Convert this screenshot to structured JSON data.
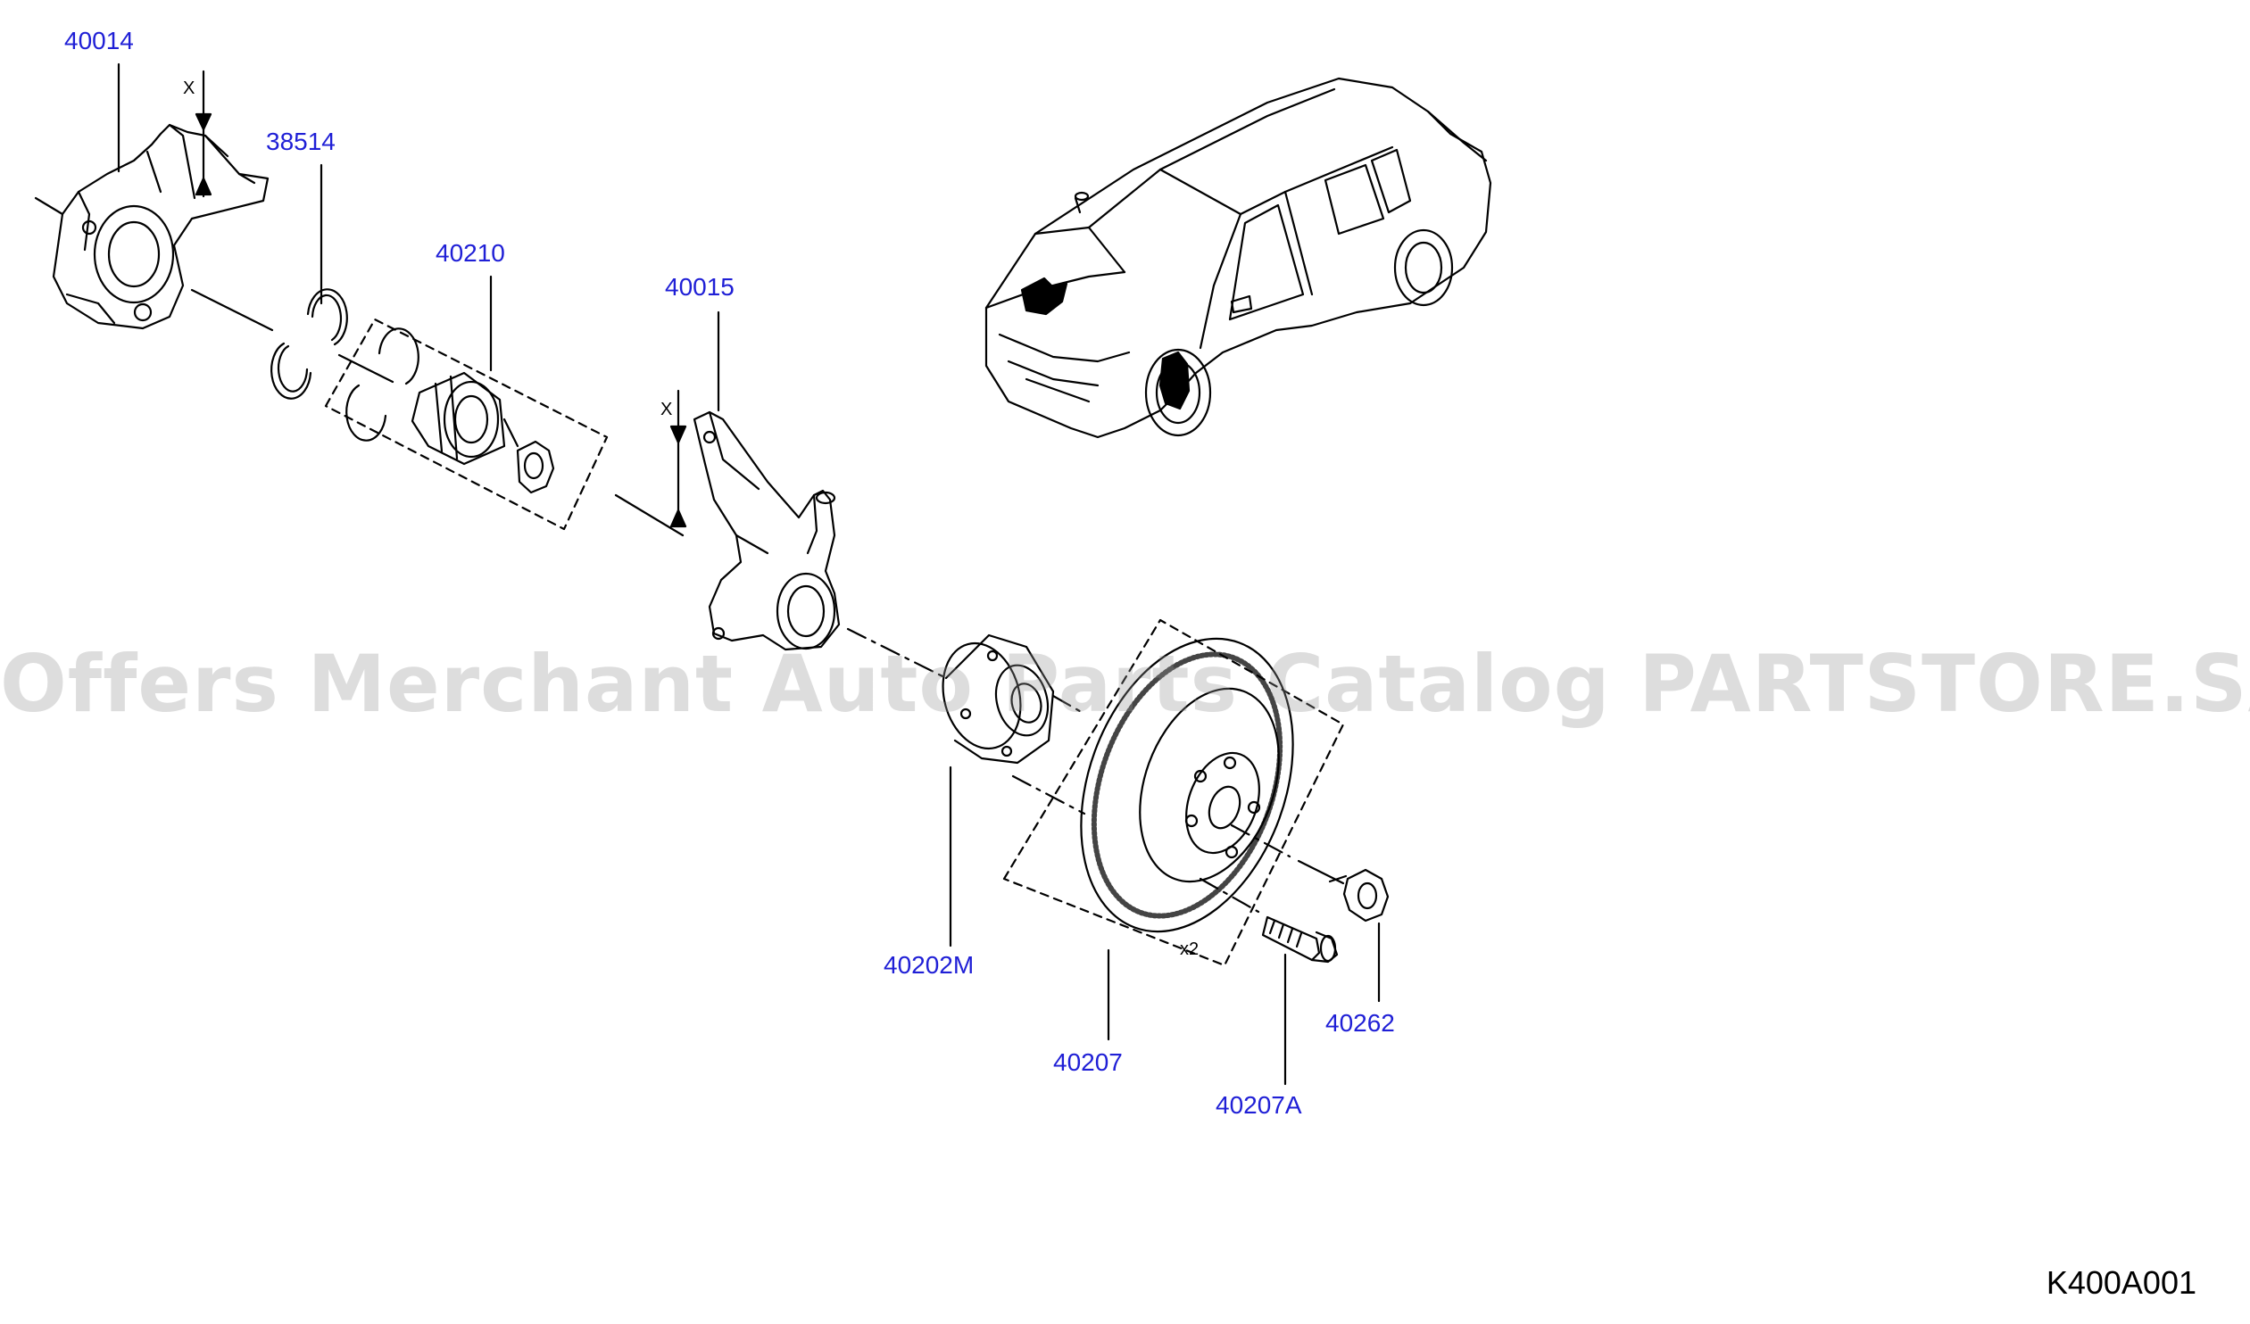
{
  "diagram": {
    "watermark": "Offers Merchant Auto Parts Catalog PARTSTORE.SA",
    "diagram_code": "K400A001",
    "marks": {
      "x_mark": "X",
      "x2_mark": "x2"
    },
    "parts": [
      {
        "number": "40014"
      },
      {
        "number": "38514"
      },
      {
        "number": "40210"
      },
      {
        "number": "40015"
      },
      {
        "number": "40202M"
      },
      {
        "number": "40207"
      },
      {
        "number": "40207A"
      },
      {
        "number": "40262"
      }
    ],
    "colors": {
      "label": "#1f1fd6",
      "line": "#000000",
      "watermark": "#969696"
    }
  }
}
